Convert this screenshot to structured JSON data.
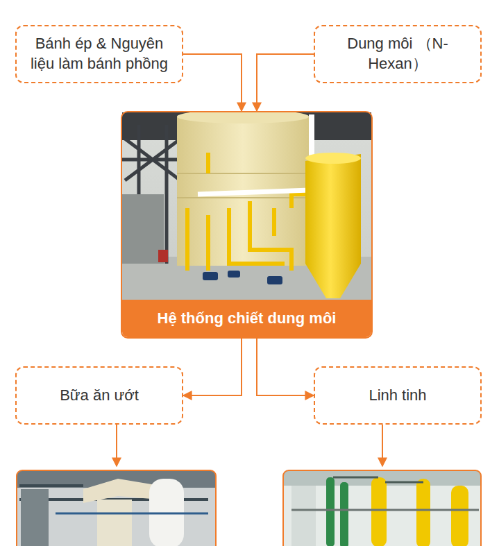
{
  "diagram": {
    "nodes": [
      {
        "text": [
          "Bánh ép & Nguyên liệu làm bánh phồng"
        ]
      },
      {
        "text": [
          "Dung môi （N-Hexan）"
        ]
      },
      {
        "text": [
          "Hệ thống chiết dung môi"
        ]
      },
      {
        "text": [
          "Bữa ăn ướt"
        ]
      },
      {
        "text": [
          "Linh tinh"
        ]
      }
    ],
    "edges": [
      {
        "from": 0,
        "to": 2,
        "arrow": "to"
      },
      {
        "from": 1,
        "to": 2,
        "arrow": "to"
      },
      {
        "from": 2,
        "to": 3,
        "arrow": "to"
      },
      {
        "from": 2,
        "to": 4,
        "arrow": "to"
      }
    ]
  }
}
